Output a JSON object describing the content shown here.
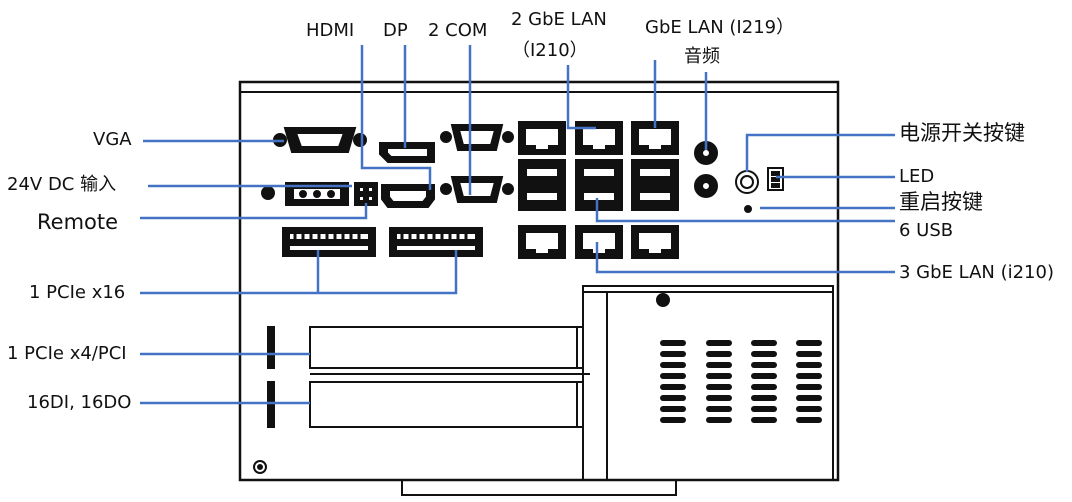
{
  "labels": {
    "vga": "VGA",
    "dc_in": "24V DC 输入",
    "remote": "Remote",
    "pcie_x16": "1 PCIe x16",
    "pcie_x4": "1 PCIe x4/PCI",
    "dio": "16DI, 16DO",
    "hdmi": "HDMI",
    "dp": "DP",
    "com": "2 COM",
    "lan_i210_line1": "2 GbE LAN",
    "lan_i210_line2": "（I210）",
    "lan_i219": "GbE LAN (I219）",
    "audio": "音频",
    "power_button": "电源开关按键",
    "led": "LED",
    "reset_button": "重启按键",
    "usb": "6 USB",
    "lan_3x": "3 GbE LAN (i210)"
  },
  "colors": {
    "leader_line": "#4472C4",
    "device_stroke": "#111111",
    "background": "#ffffff"
  }
}
